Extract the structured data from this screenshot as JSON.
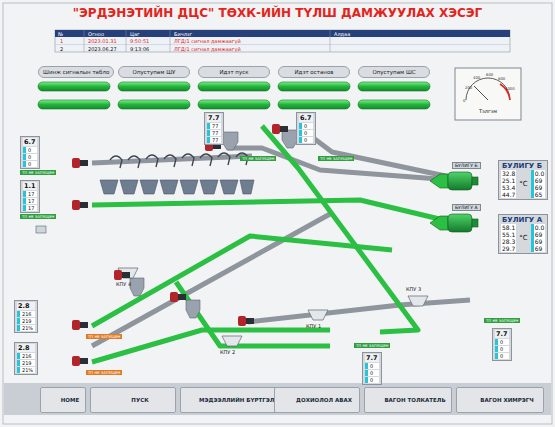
{
  "diagram": {
    "title": "\"ЭРДЭНЭТИЙН ДЦС\" ТӨХК-ИЙН ТҮЛШ ДАМЖУУЛАХ ХЭСЭГ",
    "nodes": [
      {
        "text": [
          "Шинж сигналын табло"
        ]
      },
      {
        "text": [
          "Опуступам ШУ"
        ]
      },
      {
        "text": [
          "Идэт пуск"
        ]
      },
      {
        "text": [
          "Идэт останов"
        ]
      },
      {
        "text": [
          "Опуступам ШС"
        ]
      },
      {
        "text": [
          "Тэлгэм"
        ]
      },
      {
        "text": [
          "6.7",
          "0",
          "0",
          "0"
        ]
      },
      {
        "text": [
          "7.7",
          "77",
          "77",
          "77"
        ]
      },
      {
        "text": [
          "6.7",
          "0",
          "0",
          "0"
        ]
      },
      {
        "text": [
          "БУЛИГУ Б",
          "32.8",
          "25.1",
          "53.4",
          "44.7",
          "°C",
          "0.0",
          "69",
          "69",
          "65"
        ]
      },
      {
        "text": [
          "1.1",
          "17",
          "17",
          "17"
        ]
      },
      {
        "text": [
          "БУЛИГУ А",
          "58.1",
          "55.1",
          "28.3",
          "29.7",
          "°C",
          "0.0",
          "69",
          "69",
          "69"
        ]
      },
      {
        "text": [
          "2.8",
          "216",
          "219",
          "21%"
        ]
      },
      {
        "text": [
          "7.7",
          "0",
          "0",
          "0"
        ]
      },
      {
        "text": [
          "2.8",
          "216",
          "219",
          "21%"
        ]
      },
      {
        "text": [
          "7.7",
          "0",
          "0",
          "0"
        ]
      },
      {
        "text": [
          "HOME"
        ]
      },
      {
        "text": [
          "ПУСК"
        ]
      },
      {
        "text": [
          "МЭДЭЭЛЛИЙН БҮРТГЭЛ"
        ]
      },
      {
        "text": [
          "ДОХИОЛОЛ АВАХ"
        ]
      },
      {
        "text": [
          "ВАГОН ТОЛКАТЕЛЬ"
        ]
      },
      {
        "text": [
          "ВАГОН ХИМРЭГЧ"
        ]
      }
    ],
    "labels": [
      "№",
      "Огноо",
      "Цаг",
      "Бичлэг",
      "Алдаа",
      "1",
      "2023.01.31",
      "9:50:51",
      "ЛГД/1 сигнал дамжаагүй",
      "2",
      "2023.06.27",
      "9:13:06",
      "ЛГД/1 сигнал дамжаагүй",
      "0",
      "200",
      "400",
      "600",
      "800",
      "1000",
      "БУЛИГУ Б",
      "БУЛИГУ А",
      "КПУ 4",
      "КПУ 2",
      "КПУ 1",
      "КПУ 3",
      "ТП НЕ ЗАПУЩЕН",
      "ТП НЕ ЗАПУЩЕН",
      "ТП НЕ ЗАПУЩЕН",
      "ТП НЕ ЗАПУЩЕН",
      "ТП НЕ ЗАПУЩЕН",
      "ТП НЕ ЗАПУЩЕН",
      "ТП НЕ ЗАПУЩЕН",
      "ТП НЕ ЗАПУЩЕН"
    ]
  }
}
